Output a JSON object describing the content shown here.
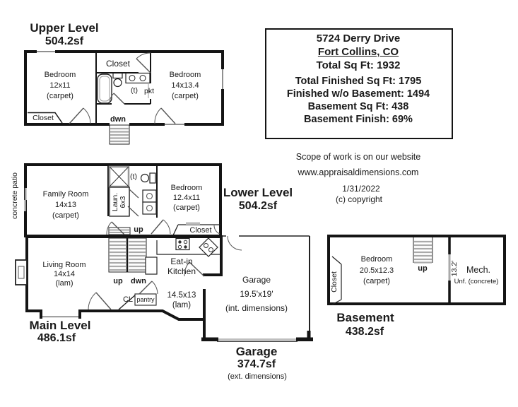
{
  "colors": {
    "wall": "#141414",
    "thin_line": "#222222",
    "door": "#555555",
    "stair_tread": "#aaaaaa",
    "background": "#ffffff"
  },
  "info_box": {
    "address": "5724 Derry Drive",
    "city": "Fort Collins, CO",
    "total_sqft": "Total Sq Ft: 1932",
    "total_finished": "Total Finished Sq Ft: 1795",
    "finished_wo_basement": "Finished w/o Basement: 1494",
    "basement_sqft": "Basement Sq Ft: 438",
    "basement_finish": "Basement Finish: 69%"
  },
  "notes": {
    "scope": "Scope of work is on our website",
    "website": "www.appraisaldimensions.com",
    "date": "1/31/2022",
    "copyright": "(c) copyright"
  },
  "upper_level": {
    "title": "Upper Level",
    "area": "504.2sf",
    "closet_top": "Closet",
    "closet_left": "Closet",
    "toilet": "(t)",
    "pocket_door": "pkt",
    "stairs": "dwn",
    "bedroom_left": {
      "name": "Bedroom",
      "dims": "12x11",
      "floor": "(carpet)"
    },
    "bedroom_right": {
      "name": "Bedroom",
      "dims": "14x13.4",
      "floor": "(carpet)"
    }
  },
  "lower_level": {
    "title": "Lower Level",
    "area": "504.2sf",
    "patio": "concrete patio",
    "family_room": {
      "name": "Family Room",
      "dims": "14x13",
      "floor": "(carpet)"
    },
    "laundry": {
      "name": "Laun.",
      "dims": "6x3"
    },
    "toilet": "(t)",
    "stairs": "up",
    "closet": "Closet",
    "bedroom": {
      "name": "Bedroom",
      "dims": "12.4x11",
      "floor": "(carpet)"
    }
  },
  "main_level": {
    "title": "Main Level",
    "area": "486.1sf",
    "living_room": {
      "name": "Living Room",
      "dims": "14x14",
      "floor": "(lam)"
    },
    "stairs_up": "up",
    "stairs_down": "dwn",
    "kitchen": {
      "name_line1": "Eat-in",
      "name_line2": "Kitchen",
      "dims": "14.5x13",
      "floor": "(lam)"
    },
    "closet": "CL",
    "pantry": "pantry"
  },
  "garage": {
    "room": {
      "name": "Garage",
      "dims": "19.5'x19'",
      "note": "(int. dimensions)"
    },
    "title": "Garage",
    "area": "374.7sf",
    "note": "(ext. dimensions)"
  },
  "basement": {
    "title": "Basement",
    "area": "438.2sf",
    "bedroom": {
      "name": "Bedroom",
      "dims": "20.5x12.3",
      "floor": "(carpet)"
    },
    "closet": "Closet",
    "stairs": "up",
    "depth": "13.2'",
    "mech": {
      "name": "Mech.",
      "note": "Unf. (concrete)"
    }
  }
}
